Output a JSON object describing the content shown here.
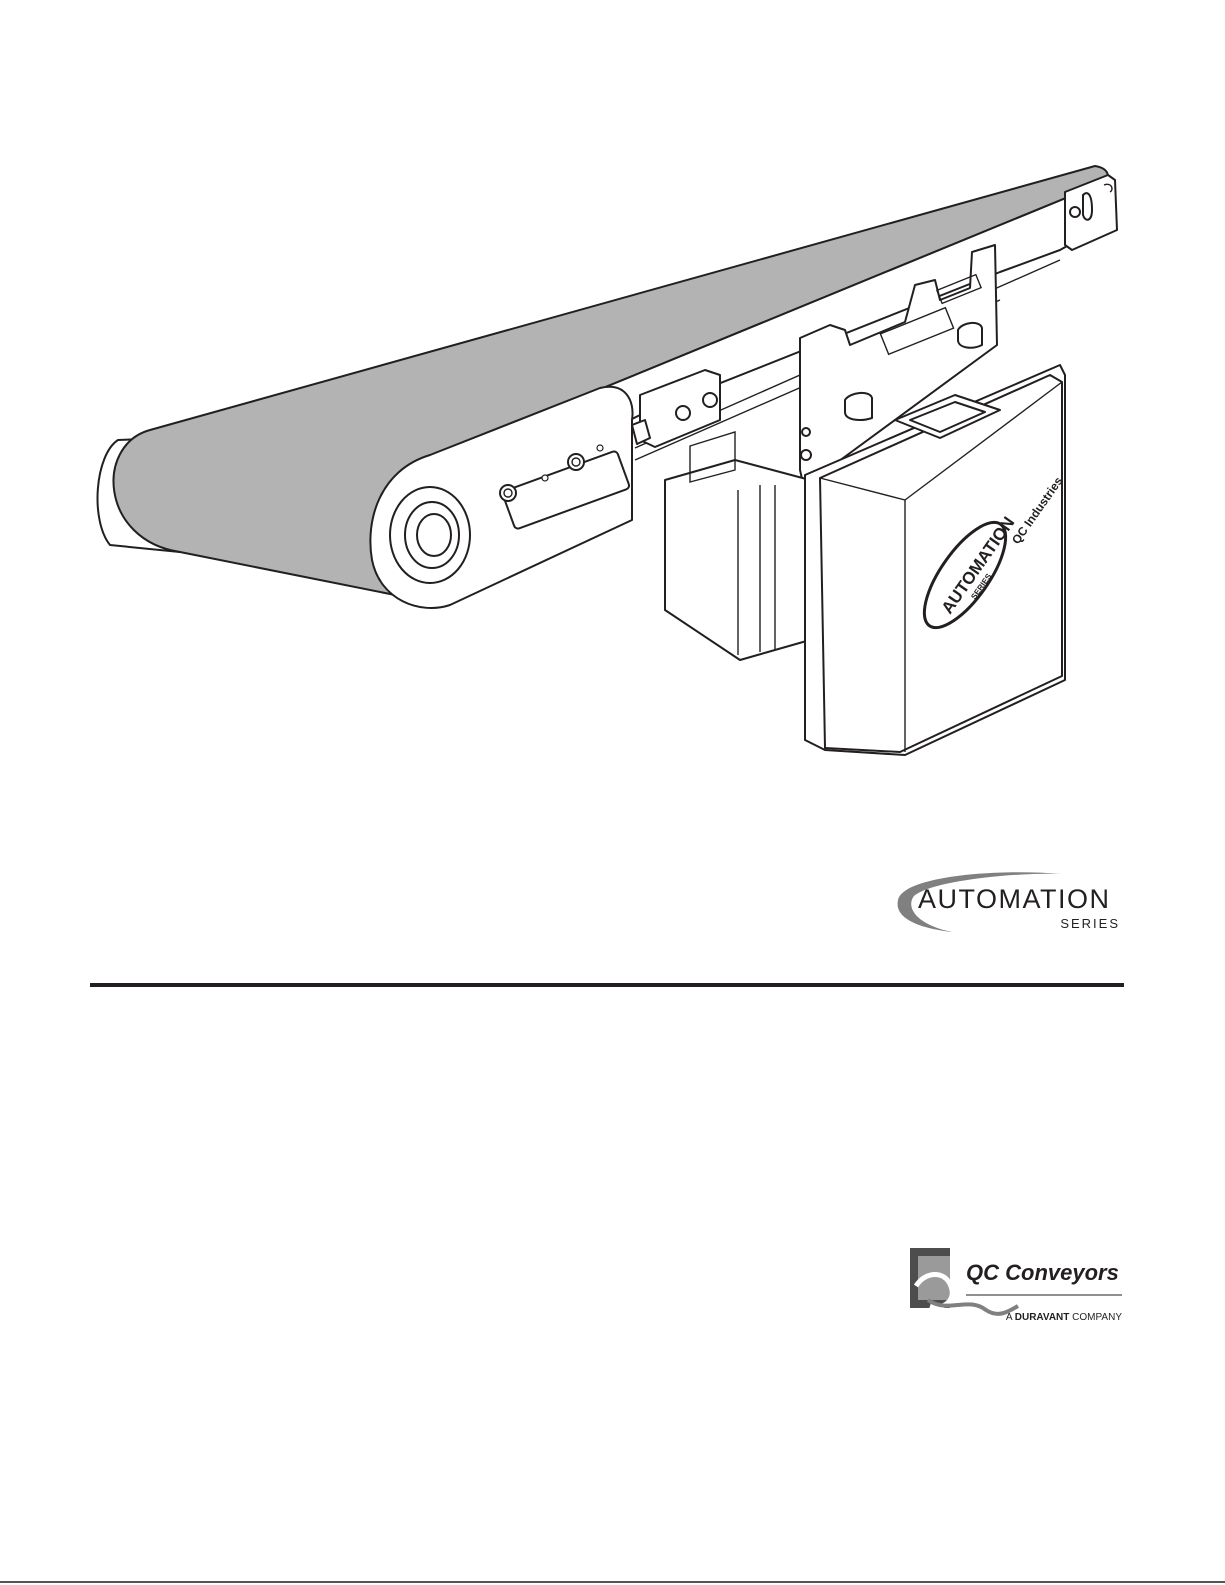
{
  "document": {
    "automation_logo": {
      "line1": "AUTOMATION",
      "line2": "SERIES"
    },
    "motor_branding": {
      "line1": "AUTOMATION",
      "line2": "SERIES",
      "brand": "QC Industries"
    },
    "qc_logo": {
      "brand": "QC Conveyors",
      "tagline_prefix": "A ",
      "tagline_bold": "DURAVANT",
      "tagline_suffix": " COMPANY"
    }
  },
  "colors": {
    "belt": "#b3b3b3",
    "line": "#231f20",
    "rule": "#231f20"
  }
}
